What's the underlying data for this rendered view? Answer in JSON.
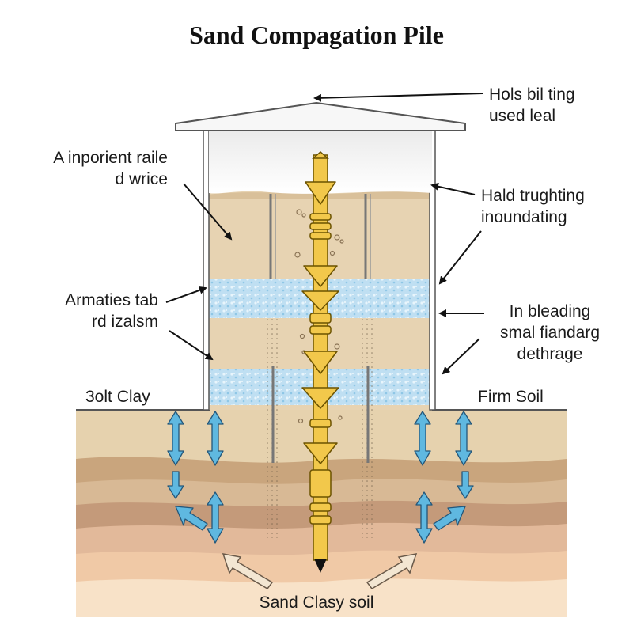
{
  "title": "Sand Compagation Pile",
  "labels": {
    "top_right": [
      "Hols bil ting",
      "used leal"
    ],
    "upper_left": [
      "A inporient raile",
      "d wrice"
    ],
    "upper_right": [
      "Hald trughting",
      "inoundating"
    ],
    "mid_left": [
      "Armaties tab",
      "rd izalsm"
    ],
    "mid_right": [
      "In bleading",
      "smal fiandarg",
      "dethrage"
    ],
    "ground_left": "3olt Clay",
    "ground_right": "Firm Soil",
    "bottom": "Sand Clasy soil"
  },
  "colors": {
    "pile": "#f2c84b",
    "pile_outline": "#6b5200",
    "sand_layer": "#e7d3b2",
    "water_layer": "#bfdff2",
    "arrow_blue": "#5fb8e0",
    "cap": "#f5f5f5"
  }
}
